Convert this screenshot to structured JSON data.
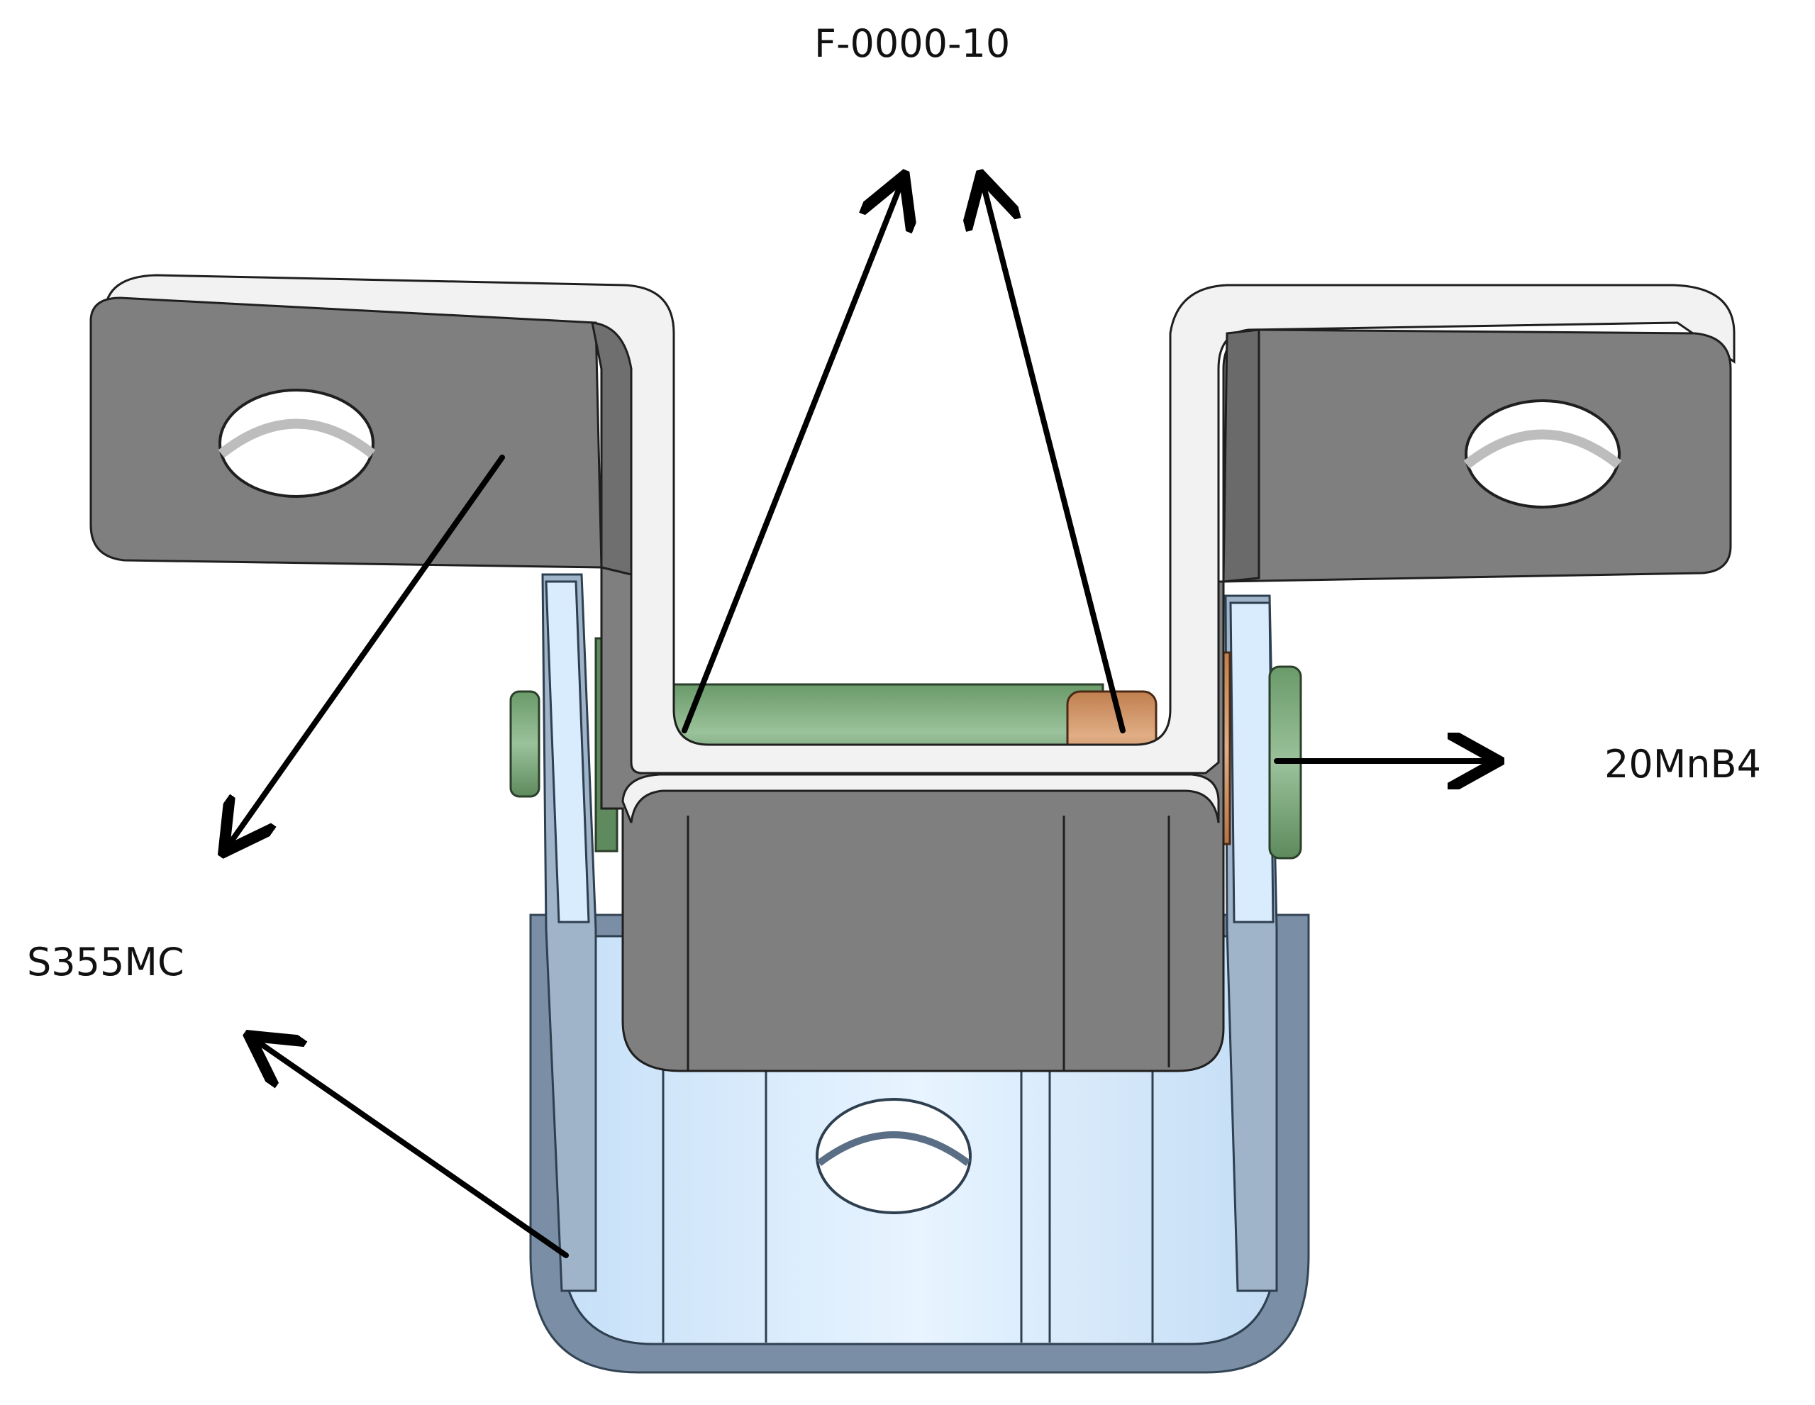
{
  "labels": {
    "top_material": "F-0000-10",
    "right_material": "20MnB4",
    "left_material": "S355MC"
  },
  "colors": {
    "upper_bracket_face": "#7f7f7f",
    "upper_bracket_edge": "#f2f2f2",
    "lower_bracket_face": "#d6e9fb",
    "lower_bracket_edge": "#6f8499",
    "pin_green": "#6f9a6f",
    "bushing_copper": "#c88e62",
    "arrow": "#000000"
  },
  "icons": {
    "arrows": "arrow-up-right, arrow-up-left, arrow-right, arrow-down-left, arrow-up-left-lower"
  }
}
